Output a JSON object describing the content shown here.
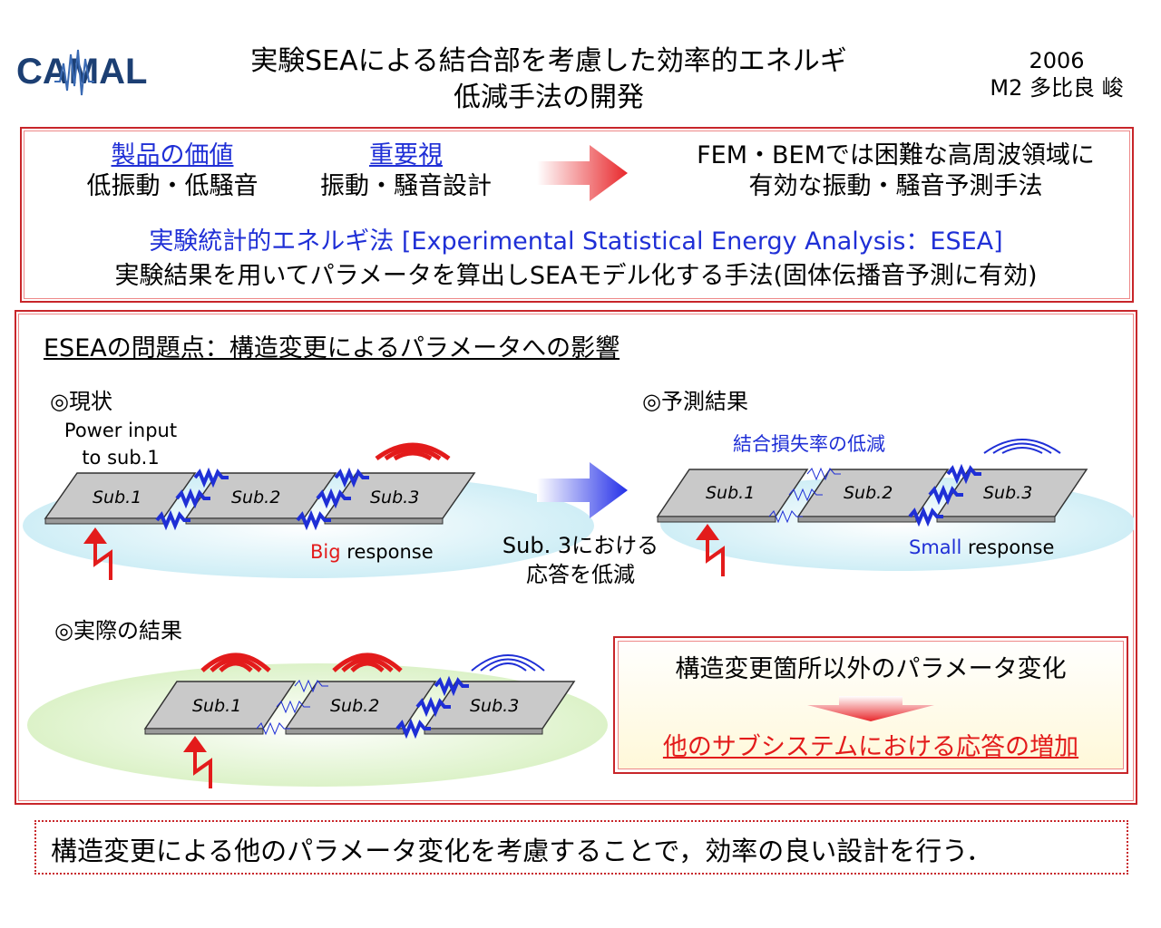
{
  "logo": {
    "text": "CAMAL"
  },
  "title": {
    "line1": "実験SEAによる結合部を考慮した効率的エネルギ",
    "line2": "低減手法の開発"
  },
  "meta": {
    "year": "2006",
    "author": "M2 多比良 峻"
  },
  "intro": {
    "value_heading": "製品の価値",
    "value_text": "低振動・低騒音",
    "emphasis_heading": "重要視",
    "emphasis_text": "振動・騒音設計",
    "fem_line1": "FEM・BEMでは困難な高周波領域に",
    "fem_line2": "有効な振動・騒音予測手法",
    "esea_name": "実験統計的エネルギ法 [Experimental Statistical Energy Analysis：ESEA]",
    "esea_desc": "実験結果を用いてパラメータを算出しSEAモデル化する手法(固体伝播音予測に有効)"
  },
  "problem": {
    "heading": "ESEAの問題点：構造変更によるパラメータへの影響",
    "current_label": "◎現状",
    "power_input_1": "Power input",
    "power_input_2": "to sub.1",
    "big": "Big",
    "response": "response",
    "arrow_caption_1": "Sub. 3における",
    "arrow_caption_2": "応答を低減",
    "prediction_label": "◎予測結果",
    "coupling_loss": "結合損失率の低減",
    "small": "Small",
    "actual_label": "◎実際の結果",
    "sub1": "Sub.1",
    "sub2": "Sub.2",
    "sub3": "Sub.3",
    "box_line1": "構造変更箇所以外のパラメータ変化",
    "box_line2": "他のサブシステムにおける応答の増加"
  },
  "conclusion": {
    "text": "構造変更による他のパラメータ変化を考慮することで，効率の良い設計を行う．"
  },
  "colors": {
    "frame": "#c8262a",
    "blue": "#1f2fd6",
    "red": "#e31b1b"
  }
}
